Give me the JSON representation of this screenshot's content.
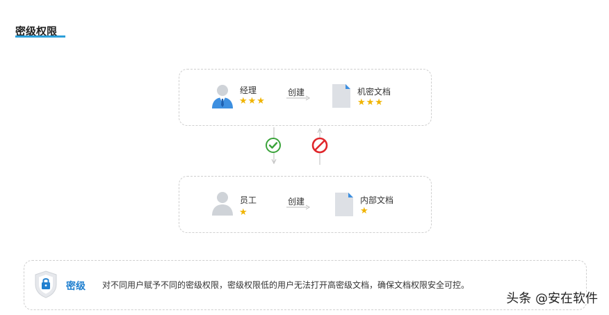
{
  "page": {
    "title": "密级权限"
  },
  "top_card": {
    "role": "经理",
    "role_stars": "★★★",
    "action": "创建",
    "document": "机密文档",
    "document_stars": "★★★"
  },
  "bottom_card": {
    "role": "员工",
    "role_stars": "★",
    "action": "创建",
    "document": "内部文档",
    "document_stars": "★"
  },
  "flows": {
    "down_allowed_icon": "check-circle-icon",
    "up_denied_icon": "prohibited-icon"
  },
  "info": {
    "icon": "lock-shield-icon",
    "title": "密级",
    "description": "对不同用户赋予不同的密级权限，密级权限低的用户无法打开高密级文档，确保文档权限安全可控。"
  },
  "watermark": {
    "text": "头条 @安在软件"
  },
  "colors": {
    "accent": "#2b9fd9",
    "star": "#f0b400",
    "manager_suit": "#3d8fe0",
    "allowed": "#3aa33a",
    "denied": "#e0262b",
    "info_title": "#1f7fcf"
  }
}
